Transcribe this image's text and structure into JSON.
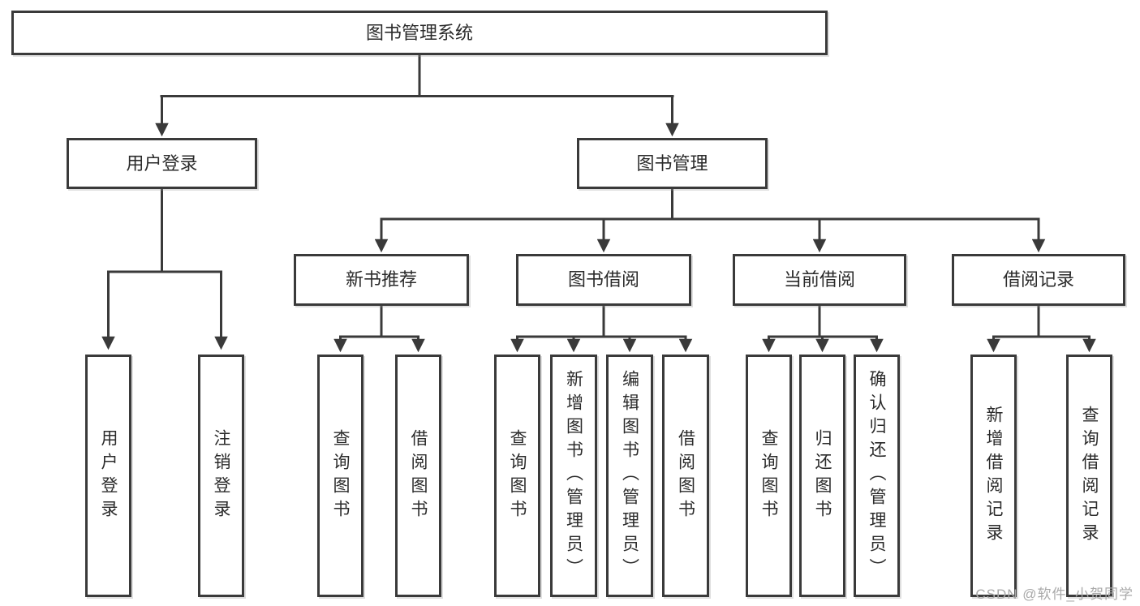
{
  "diagram": {
    "type": "tree-structure-chart",
    "colors": {
      "line": "#3a3a3a",
      "node_border": "#3a3a3a",
      "node_background": "#ffffff",
      "text": "#2b2b2b",
      "watermark": "#a9a9a9",
      "background": "#ffffff"
    },
    "watermark": "CSDN @软件_小贺同学",
    "tree": {
      "root": {
        "label": "图书管理系统",
        "children": [
          {
            "label": "用户登录",
            "children": [
              {
                "label": "用户登录"
              },
              {
                "label": "注销登录"
              }
            ]
          },
          {
            "label": "图书管理",
            "children": [
              {
                "label": "新书推荐",
                "children": [
                  {
                    "label": "查询图书"
                  },
                  {
                    "label": "借阅图书"
                  }
                ]
              },
              {
                "label": "图书借阅",
                "children": [
                  {
                    "label": "查询图书"
                  },
                  {
                    "label": "新增图书（管理员）"
                  },
                  {
                    "label": "编辑图书（管理员）"
                  },
                  {
                    "label": "借阅图书"
                  }
                ]
              },
              {
                "label": "当前借阅",
                "children": [
                  {
                    "label": "查询图书"
                  },
                  {
                    "label": "归还图书"
                  },
                  {
                    "label": "确认归还（管理员）"
                  }
                ]
              },
              {
                "label": "借阅记录",
                "children": [
                  {
                    "label": "新增借阅记录"
                  },
                  {
                    "label": "查询借阅记录"
                  }
                ]
              }
            ]
          }
        ]
      }
    }
  }
}
